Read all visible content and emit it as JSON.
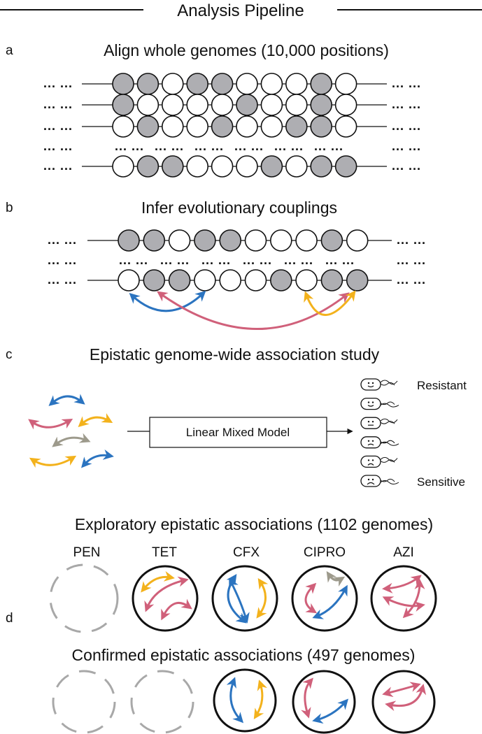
{
  "header": {
    "title": "Analysis Pipeline"
  },
  "panels": {
    "a": {
      "letter": "a",
      "title": "Align whole genomes (10,000 positions)"
    },
    "b": {
      "letter": "b",
      "title": "Infer evolutionary couplings"
    },
    "c": {
      "letter": "c",
      "title": "Epistatic genome-wide association study",
      "model_label": "Linear Mixed Model",
      "resistant_label": "Resistant",
      "sensitive_label": "Sensitive"
    },
    "d": {
      "letter": "d",
      "exploratory_title": "Exploratory epistatic associations (1102 genomes)",
      "confirmed_title": "Confirmed epistatic associations (497 genomes)",
      "drugs": [
        "PEN",
        "TET",
        "CFX",
        "CIPRO",
        "AZI"
      ]
    }
  },
  "ellipsis": "... ...",
  "colors": {
    "filled_position": "#aeaeb2",
    "empty_position": "#ffffff",
    "blue": "#2b74c0",
    "pink": "#d0607a",
    "yellow": "#f3b21c",
    "grey_coupling": "#9d9a8c",
    "dashed_circle": "#a8a8a8"
  }
}
